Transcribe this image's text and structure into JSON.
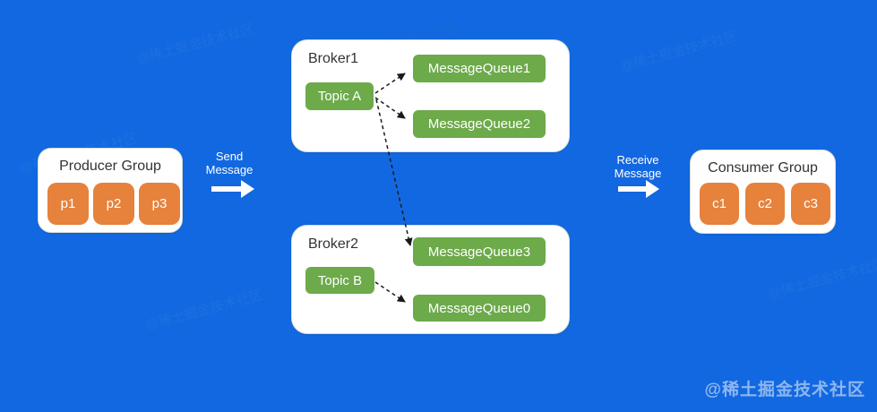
{
  "colors": {
    "background": "#1268e0",
    "panel": "#ffffff",
    "queue_green": "#6caa4a",
    "node_orange": "#e6823c",
    "arrow_black": "#1a1a1a",
    "flow_arrow_white": "#ffffff",
    "title_text": "#333333"
  },
  "producer_group": {
    "title": "Producer Group",
    "producers": [
      "p1",
      "p2",
      "p3"
    ]
  },
  "send_flow": {
    "label_line1": "Send",
    "label_line2": "Message"
  },
  "broker1": {
    "title": "Broker1",
    "topic": "Topic A",
    "queues": [
      "MessageQueue1",
      "MessageQueue2"
    ]
  },
  "broker2": {
    "title": "Broker2",
    "topic": "Topic B",
    "queues": [
      "MessageQueue3",
      "MessageQueue0"
    ]
  },
  "connections": [
    {
      "from": "Topic A",
      "to": "MessageQueue1",
      "style": "dashed-arrow"
    },
    {
      "from": "Topic A",
      "to": "MessageQueue2",
      "style": "dashed-arrow"
    },
    {
      "from": "Topic A",
      "to": "MessageQueue3",
      "style": "dashed-arrow"
    },
    {
      "from": "Topic B",
      "to": "MessageQueue0",
      "style": "dashed-arrow"
    }
  ],
  "receive_flow": {
    "label_line1": "Receive",
    "label_line2": "Message"
  },
  "consumer_group": {
    "title": "Consumer Group",
    "consumers": [
      "c1",
      "c2",
      "c3"
    ]
  },
  "watermark": {
    "text": "@稀土掘金技术社区"
  }
}
